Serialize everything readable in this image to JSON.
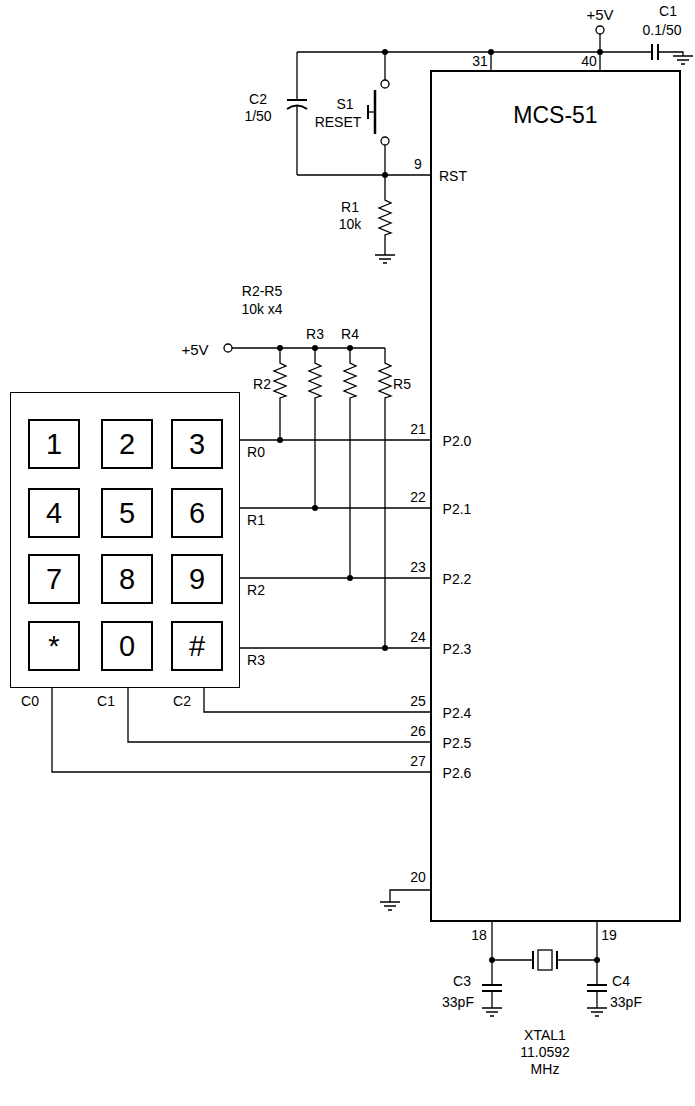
{
  "diagram": {
    "nodes": [
      {
        "text": [
          "MCS-51"
        ]
      },
      {
        "text": []
      },
      {
        "text": [
          "1"
        ],
        "in": 1
      },
      {
        "text": [
          "2"
        ],
        "in": 1
      },
      {
        "text": [
          "3"
        ],
        "in": 1
      },
      {
        "text": [
          "4"
        ],
        "in": 1
      },
      {
        "text": [
          "5"
        ],
        "in": 1
      },
      {
        "text": [
          "6"
        ],
        "in": 1
      },
      {
        "text": [
          "7"
        ],
        "in": 1
      },
      {
        "text": [
          "8"
        ],
        "in": 1
      },
      {
        "text": [
          "9"
        ],
        "in": 1
      },
      {
        "text": [
          "*"
        ],
        "in": 1
      },
      {
        "text": [
          "0"
        ],
        "in": 1
      },
      {
        "text": [
          "#"
        ],
        "in": 1
      }
    ],
    "edges": [
      {
        "from": 1,
        "to": 0,
        "arrow": "none"
      },
      {
        "from": 1,
        "to": 0,
        "arrow": "none"
      },
      {
        "from": 1,
        "to": 0,
        "arrow": "none"
      },
      {
        "from": 1,
        "to": 0,
        "arrow": "none"
      },
      {
        "from": 1,
        "to": 0,
        "arrow": "none"
      },
      {
        "from": 1,
        "to": 0,
        "arrow": "none"
      },
      {
        "from": 1,
        "to": 0,
        "arrow": "none"
      }
    ],
    "labels": [
      "+5V",
      "C1",
      "0.1/50",
      "31",
      "40",
      "C2",
      "1/50",
      "S1",
      "RESET",
      "9",
      "RST",
      "R1",
      "10k",
      "R2-R5",
      "10k x4",
      "+5V",
      "R2",
      "R3",
      "R4",
      "R5",
      "R0",
      "R1",
      "R2",
      "R3",
      "C0",
      "C1",
      "C2",
      "21",
      "P2.0",
      "22",
      "P2.1",
      "23",
      "P2.2",
      "24",
      "P2.3",
      "25",
      "P2.4",
      "26",
      "P2.5",
      "27",
      "P2.6",
      "20",
      "18",
      "19",
      "C3",
      "33pF",
      "C4",
      "33pF",
      "XTAL1",
      "11.0592",
      "MHz"
    ]
  }
}
